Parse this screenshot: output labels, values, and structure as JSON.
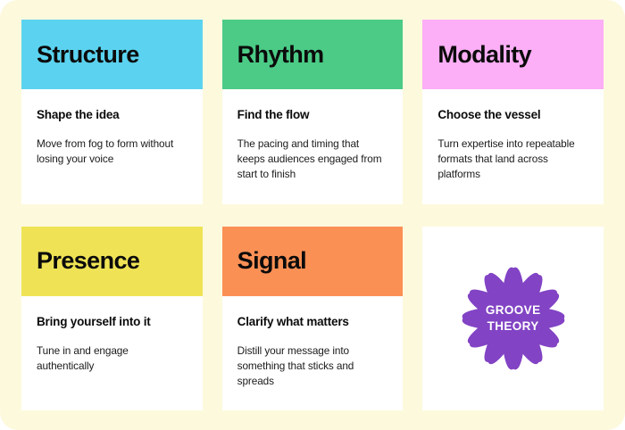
{
  "page": {
    "background_color": "#FDF9DD",
    "card_background": "#FFFFFF"
  },
  "cards": [
    {
      "title": "Structure",
      "subtitle": "Shape the idea",
      "description": "Move from fog to form without losing your voice",
      "header_color": "#5BD3F0"
    },
    {
      "title": "Rhythm",
      "subtitle": "Find the flow",
      "description": "The pacing and timing that keeps audiences engaged from start to finish",
      "header_color": "#4BCB86"
    },
    {
      "title": "Modality",
      "subtitle": "Choose the vessel",
      "description": "Turn expertise into repeatable formats that land across platforms",
      "header_color": "#FCAEF6"
    },
    {
      "title": "Presence",
      "subtitle": "Bring yourself into it",
      "description": "Tune in and engage authentically",
      "header_color": "#EFE355"
    },
    {
      "title": "Signal",
      "subtitle": "Clarify what matters",
      "description": "Distill your message into something that sticks and spreads",
      "header_color": "#FB9055"
    }
  ],
  "badge": {
    "line1": "GROOVE",
    "line2": "THEORY",
    "color": "#8243C4",
    "text_color": "#FFFFFF",
    "shape": "starburst-12-lobes"
  }
}
